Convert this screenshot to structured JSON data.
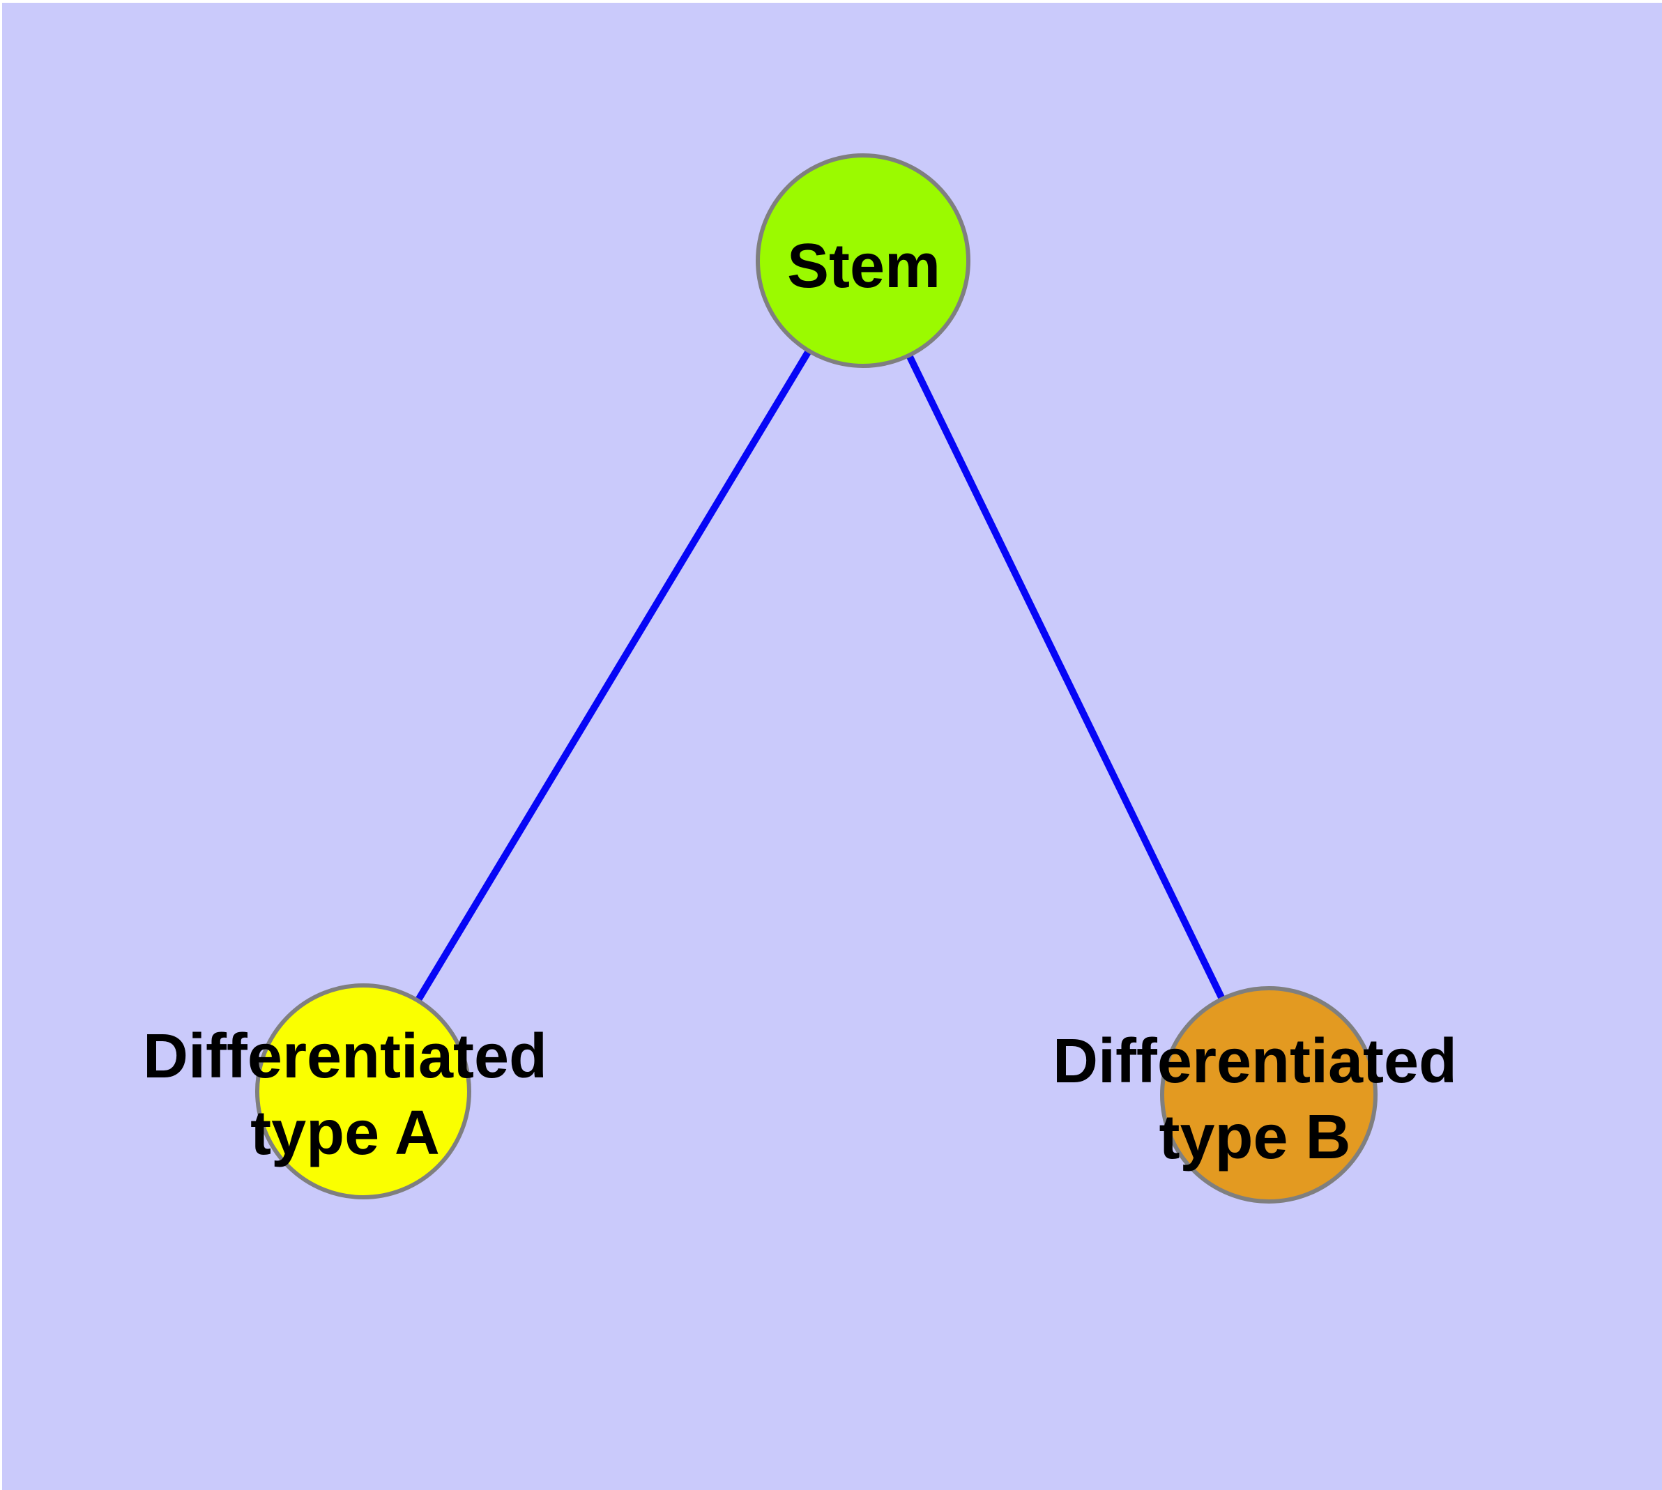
{
  "diagram": {
    "type": "graph",
    "description": "Stem cell differentiation tree with one root node and two child nodes",
    "background_color": "#CACAFB",
    "margin_color": "#FFFFFF",
    "edge_color": "#0606F6",
    "node_border_color": "#7F7F7F",
    "label_color": "#000000",
    "nodes": [
      {
        "id": "stem",
        "label": "Stem",
        "line1": "Stem",
        "line2": "",
        "color": "#9BFA00"
      },
      {
        "id": "differentiated-type-a",
        "label": "Differentiated type A",
        "line1": "Differentiated",
        "line2": "type A",
        "color": "#FAFF00"
      },
      {
        "id": "differentiated-type-b",
        "label": "Differentiated type B",
        "line1": "Differentiated",
        "line2": "type B",
        "color": "#E39A21"
      }
    ],
    "edges": [
      {
        "from": "Stem",
        "to": "Differentiated type A"
      },
      {
        "from": "Stem",
        "to": "Differentiated type B"
      }
    ]
  }
}
